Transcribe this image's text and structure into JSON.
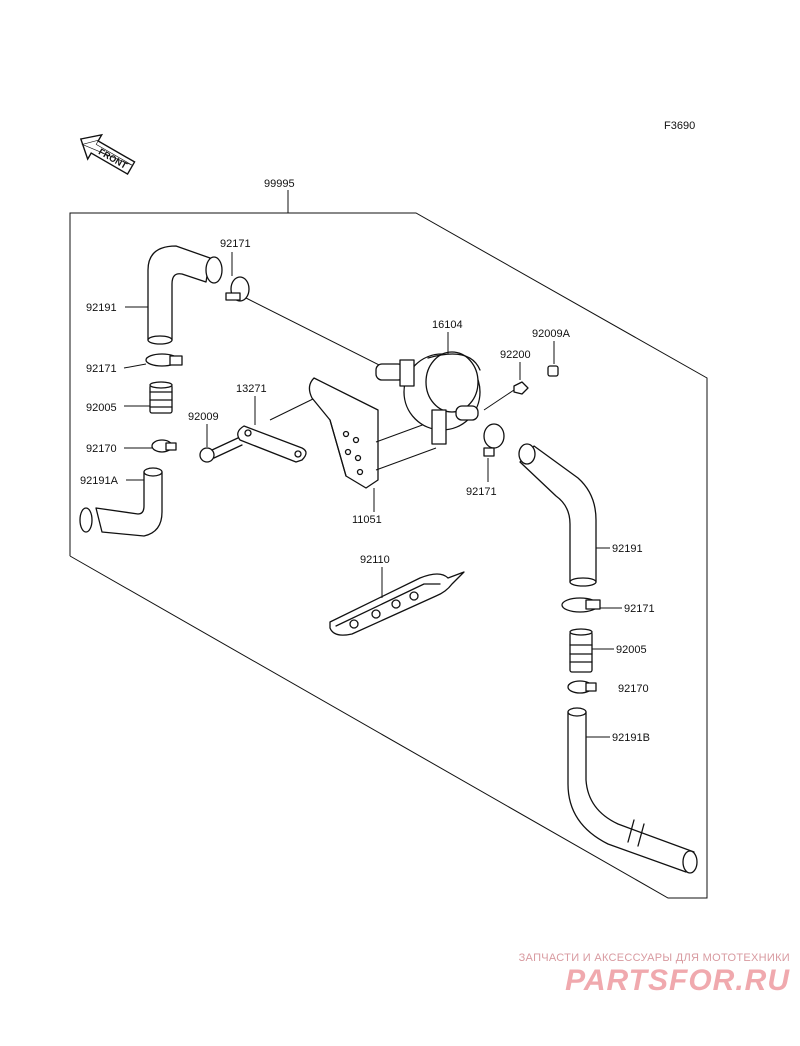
{
  "figure_code": "F3690",
  "front_label": "FRONT",
  "parts": {
    "assembly": "99995",
    "hose_top_left_clamp": "92171",
    "hose_top_left": "92191",
    "clamp_left_upper": "92171",
    "joint_left": "92005",
    "clamp_left_lower": "92170",
    "hose_left_a": "92191A",
    "bolt": "92009",
    "plate": "13271",
    "bracket": "11051",
    "filter": "16104",
    "washer": "92200",
    "bolt_a": "92009A",
    "clamp_filter_outlet": "92171",
    "hose_right": "92191",
    "clamp_right": "92171",
    "joint_right": "92005",
    "clamp_right_lower": "92170",
    "hose_right_b": "92191B",
    "mount_plate": "92110"
  },
  "watermark": {
    "tagline": "ЗАПЧАСТИ И АКСЕССУАРЫ ДЛЯ МОТОТЕХНИКИ",
    "logo": "PARTSFOR.RU"
  }
}
